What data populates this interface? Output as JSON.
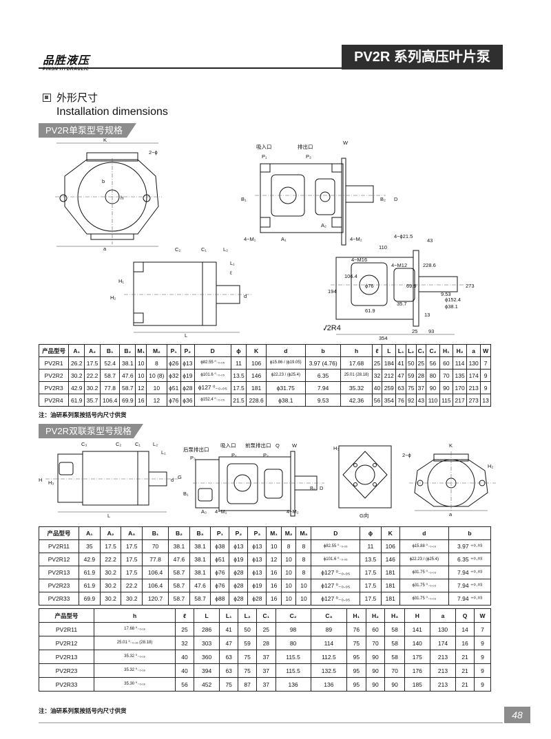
{
  "header": {
    "brand_cn": "品胜液压",
    "brand_en": "PINSN HYDRAULIC",
    "title": "PV2R 系列高压叶片泵"
  },
  "section": {
    "title_cn": "外形尺寸",
    "title_en": "Installation dimensions"
  },
  "single": {
    "bar": "PV2R单泵型号规格",
    "labels": {
      "K": "K",
      "phi2": "2−ϕ",
      "b": "b",
      "h": "h",
      "a": "a",
      "inlet": "吸入口",
      "outlet": "排出口",
      "P1": "P₁",
      "P2": "P₂",
      "W": "W",
      "B1": "B₁",
      "B2": "B₂",
      "D": "D",
      "M1": "4−M₁",
      "M2": "4−M₂",
      "A1": "A₁",
      "A2": "A₂",
      "C2": "C₂",
      "C1": "C₁",
      "L2": "L₂",
      "L1": "L₁",
      "H1": "H₁",
      "H2": "H₂",
      "L": "L",
      "ell": "ℓ",
      "d": "d"
    },
    "pv2r4": {
      "name": "PV2R4",
      "hole": "4−ϕ21.5",
      "d43": "43",
      "d110": "110",
      "m16": "4−M16",
      "m12": "4−M12",
      "d228": "228.6",
      "d1064": "106.4",
      "phi76": "ϕ76",
      "d699": "69.9",
      "d194": "194",
      "d273": "273",
      "phi1524": "ϕ152.4",
      "phi381": "ϕ38.1",
      "d953": "9.53",
      "d357": "35.7",
      "d619": "61.9",
      "d13": "13",
      "d354": "354",
      "d25": "25",
      "d93": "93"
    },
    "headers": [
      "产品型号",
      "A₁",
      "A₂",
      "B₁",
      "B₂",
      "M₁",
      "M₂",
      "P₁",
      "P₂",
      "D",
      "ϕ",
      "K",
      "d",
      "b",
      "h",
      "ℓ",
      "L",
      "L₁",
      "L₂",
      "C₁",
      "C₂",
      "H₁",
      "H₂",
      "a",
      "W"
    ],
    "rows": [
      [
        "PV2R1",
        "26.2",
        "17.5",
        "52.4",
        "38.1",
        "10",
        "8",
        "ϕ26",
        "ϕ13",
        "ϕ82.55 ⁰₋₀.₀₅",
        "11",
        "106",
        "ϕ15.86 / (ϕ19.05)",
        "3.97 (4.76)",
        "17.68",
        "25",
        "184",
        "41",
        "50",
        "25",
        "56",
        "60",
        "114",
        "130",
        "7"
      ],
      [
        "PV2R2",
        "30.2",
        "22.2",
        "58.7",
        "47.6",
        "10",
        "10 (8)",
        "ϕ32",
        "ϕ19",
        "ϕ101.6 ⁰₋₀.₀₅",
        "13.5",
        "146",
        "ϕ22.23 / (ϕ25.4)",
        "6.35",
        "25.01 (28.18)",
        "32",
        "212",
        "47",
        "59",
        "28",
        "80",
        "70",
        "135",
        "174",
        "9"
      ],
      [
        "PV2R3",
        "42.9",
        "30.2",
        "77.8",
        "58.7",
        "12",
        "10",
        "ϕ51",
        "ϕ28",
        "ϕ127 ⁰₋₀.₀₅",
        "17.5",
        "181",
        "ϕ31.75",
        "7.94",
        "35.32",
        "40",
        "259",
        "63",
        "75",
        "37",
        "90",
        "90",
        "170",
        "213",
        "9"
      ],
      [
        "PV2R4",
        "61.9",
        "35.7",
        "106.4",
        "69.9",
        "16",
        "12",
        "ϕ76",
        "ϕ36",
        "ϕ152.4 ⁰₋₀.₀₅",
        "21.5",
        "228.6",
        "ϕ38.1",
        "9.53",
        "42.36",
        "56",
        "354",
        "76",
        "92",
        "43",
        "110",
        "115",
        "217",
        "273",
        "13"
      ]
    ],
    "note": "注：油研系列泵按括号内尺寸供货"
  },
  "double": {
    "bar": "PV2R双联泵型号规格",
    "labels": {
      "C3": "C₃",
      "C2": "C₂",
      "C1": "C₁",
      "L2": "L₂",
      "L1": "L₁",
      "H": "H",
      "H3": "H₃",
      "L": "L",
      "G": "G",
      "d": "d",
      "rear": "后泵排出口",
      "inlet": "吸入口",
      "front": "前泵排出口",
      "P3": "P₃",
      "P1": "P₁",
      "P2": "P₂",
      "Q": "Q",
      "W": "W",
      "A3": "A₃",
      "M1": "4−M₁",
      "M2": "4−M₂",
      "B1": "B₁",
      "B2": "B₂",
      "D": "D",
      "Gview": "G向",
      "phi2": "2−ϕ",
      "K": "K",
      "a": "a",
      "H2": "H₂"
    },
    "headers1": [
      "产品型号",
      "A₁",
      "A₂",
      "A₃",
      "B₁",
      "B₂",
      "B₃",
      "P₁",
      "P₂",
      "P₃",
      "M₁",
      "M₂",
      "M₃",
      "D",
      "ϕ",
      "K",
      "d",
      "b"
    ],
    "rows1": [
      [
        "PV2R11",
        "35",
        "17.5",
        "17.5",
        "70",
        "38.1",
        "38.1",
        "ϕ38",
        "ϕ13",
        "ϕ13",
        "10",
        "8",
        "8",
        "ϕ82.55 ⁰₋₀.₀₅",
        "11",
        "106",
        "ϕ15.88 ⁰₋₀.₀₃",
        "3.97 ⁺⁰·⁰³"
      ],
      [
        "PV2R12",
        "42.9",
        "22.2",
        "17.5",
        "77.8",
        "47.6",
        "38.1",
        "ϕ51",
        "ϕ19",
        "ϕ13",
        "12",
        "10",
        "8",
        "ϕ101.6 ⁰₋₀.₀₅",
        "13.5",
        "146",
        "ϕ22.23 / (ϕ25.4)",
        "6.35 ⁺⁰·⁰³"
      ],
      [
        "PV2R13",
        "61.9",
        "30.2",
        "17.5",
        "106.4",
        "58.7",
        "38.1",
        "ϕ76",
        "ϕ28",
        "ϕ13",
        "16",
        "10",
        "8",
        "ϕ127 ⁰₋₀.₀₅",
        "17.5",
        "181",
        "ϕ31.75 ⁰₋₀.₀₃",
        "7.94 ⁺⁰·⁰³"
      ],
      [
        "PV2R23",
        "61.9",
        "30.2",
        "22.2",
        "106.4",
        "58.7",
        "47.6",
        "ϕ76",
        "ϕ28",
        "ϕ19",
        "16",
        "10",
        "10",
        "ϕ127 ⁰₋₀.₀₅",
        "17.5",
        "181",
        "ϕ31.75 ⁰₋₀.₀₃",
        "7.94 ⁺⁰·⁰³"
      ],
      [
        "PV2R33",
        "69.9",
        "30.2",
        "30.2",
        "120.7",
        "58.7",
        "58.7",
        "ϕ88",
        "ϕ28",
        "ϕ28",
        "16",
        "10",
        "10",
        "ϕ127 ⁰₋₀.₀₅",
        "17.5",
        "181",
        "ϕ31.75 ⁰₋₀.₀₃",
        "7.94 ⁺⁰·⁰³"
      ]
    ],
    "headers2": [
      "产品型号",
      "h",
      "ℓ",
      "L",
      "L₁",
      "L₂",
      "C₁",
      "C₂",
      "C₃",
      "H₁",
      "H₂",
      "H₃",
      "H",
      "a",
      "Q",
      "W"
    ],
    "rows2": [
      [
        "PV2R11",
        "17.68 ⁰₋₀.₁₆",
        "25",
        "286",
        "41",
        "50",
        "25",
        "98",
        "89",
        "76",
        "60",
        "58",
        "141",
        "130",
        "14",
        "7"
      ],
      [
        "PV2R12",
        "25.01 ⁰₋₀.₁₆ (28.18)",
        "32",
        "303",
        "47",
        "59",
        "28",
        "80",
        "114",
        "75",
        "70",
        "58",
        "140",
        "174",
        "16",
        "9"
      ],
      [
        "PV2R13",
        "35.32 ⁰₋₀.₁₆",
        "40",
        "360",
        "63",
        "75",
        "37",
        "115.5",
        "112.5",
        "95",
        "90",
        "58",
        "175",
        "213",
        "21",
        "9"
      ],
      [
        "PV2R23",
        "35.32 ⁰₋₀.₁₆",
        "40",
        "394",
        "63",
        "75",
        "37",
        "115.5",
        "132.5",
        "95",
        "90",
        "70",
        "176",
        "213",
        "21",
        "9"
      ],
      [
        "PV2R33",
        "35.30 ⁰₋₀.₁₆",
        "56",
        "452",
        "75",
        "87",
        "37",
        "136",
        "136",
        "95",
        "90",
        "90",
        "185",
        "213",
        "21",
        "9"
      ]
    ],
    "note": "注：油研系列泵按括号内尺寸供货"
  },
  "page_number": "48"
}
